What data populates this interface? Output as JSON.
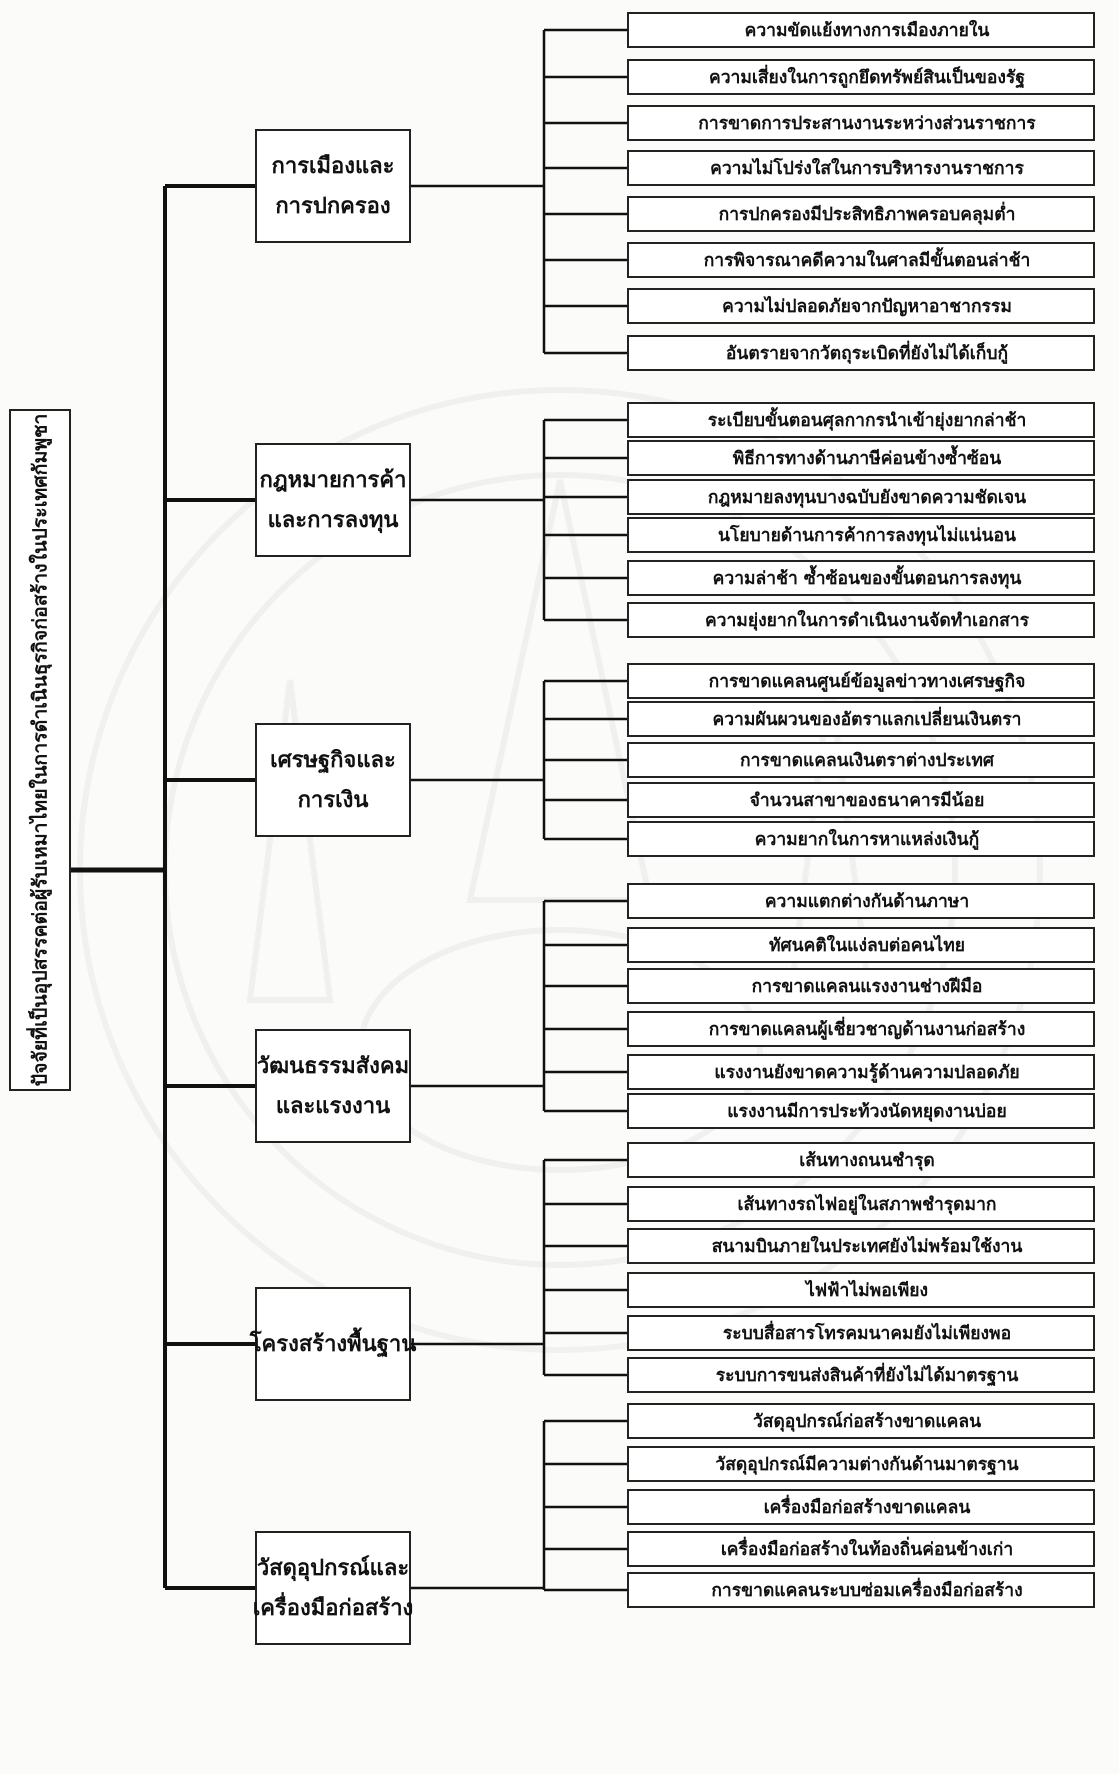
{
  "root": "ปัจจัยที่เป็นอุปสรรคต่อผู้รับเหมาไทยในการดำเนินธุรกิจก่อสร้างในประเทศกัมพูชา",
  "categories": [
    {
      "label": [
        "การเมืองและ",
        "การปกครอง"
      ],
      "items": [
        "ความขัดแย้งทางการเมืองภายใน",
        "ความเสี่ยงในการถูกยึดทรัพย์สินเป็นของรัฐ",
        "การขาดการประสานงานระหว่างส่วนราชการ",
        "ความไม่โปร่งใสในการบริหารงานราชการ",
        "การปกครองมีประสิทธิภาพครอบคลุมต่ำ",
        "การพิจารณาคดีความในศาลมีขั้นตอนล่าช้า",
        "ความไม่ปลอดภัยจากปัญหาอาชากรรม",
        "อันตรายจากวัตถุระเบิดที่ยังไม่ได้เก็บกู้"
      ]
    },
    {
      "label": [
        "กฎหมายการค้า",
        "และการลงทุน"
      ],
      "items": [
        "ระเบียบขั้นตอนศุลกากรนำเข้ายุ่งยากล่าช้า",
        "พิธีการทางด้านภาษีค่อนข้างซ้ำซ้อน",
        "กฎหมายลงทุนบางฉบับยังขาดความชัดเจน",
        "นโยบายด้านการค้าการลงทุนไม่แน่นอน",
        "ความล่าช้า ซ้ำซ้อนของขั้นตอนการลงทุน",
        "ความยุ่งยากในการดำเนินงานจัดทำเอกสาร"
      ]
    },
    {
      "label": [
        "เศรษฐกิจและ",
        "การเงิน"
      ],
      "items": [
        "การขาดแคลนศูนย์ข้อมูลข่าวทางเศรษฐกิจ",
        "ความผันผวนของอัตราแลกเปลี่ยนเงินตรา",
        "การขาดแคลนเงินตราต่างประเทศ",
        "จำนวนสาขาของธนาคารมีน้อย",
        "ความยากในการหาแหล่งเงินกู้"
      ]
    },
    {
      "label": [
        "วัฒนธรรมสังคม",
        "และแรงงาน"
      ],
      "items": [
        "ความแตกต่างกันด้านภาษา",
        "ทัศนคติในแง่ลบต่อคนไทย",
        "การขาดแคลนแรงงานช่างฝีมือ",
        "การขาดแคลนผู้เชี่ยวชาญด้านงานก่อสร้าง",
        "แรงงานยังขาดความรู้ด้านความปลอดภัย",
        "แรงงานมีการประท้วงนัดหยุดงานบ่อย"
      ]
    },
    {
      "label": [
        "โครงสร้างพื้นฐาน"
      ],
      "items": [
        "เส้นทางถนนชำรุด",
        "เส้นทางรถไฟอยู่ในสภาพชำรุดมาก",
        "สนามบินภายในประเทศยังไม่พร้อมใช้งาน",
        "ไฟฟ้าไม่พอเพียง",
        "ระบบสื่อสารโทรคมนาคมยังไม่เพียงพอ",
        "ระบบการขนส่งสินค้าที่ยังไม่ได้มาตรฐาน"
      ]
    },
    {
      "label": [
        "วัสดุอุปกรณ์และ",
        "เครื่องมือก่อสร้าง"
      ],
      "items": [
        "วัสดุอุปกรณ์ก่อสร้างขาดแคลน",
        "วัสดุอุปกรณ์มีความต่างกันด้านมาตรฐาน",
        "เครื่องมือก่อสร้างขาดแคลน",
        "เครื่องมือก่อสร้างในท้องถิ่นค่อนข้างเก่า",
        "การขาดแคลนระบบซ่อมเครื่องมือก่อสร้าง"
      ]
    }
  ],
  "colors": {
    "line": "#111111",
    "box_border": "#222222",
    "box_fill": "#ffffff",
    "watermark": "#9a9a9a"
  }
}
